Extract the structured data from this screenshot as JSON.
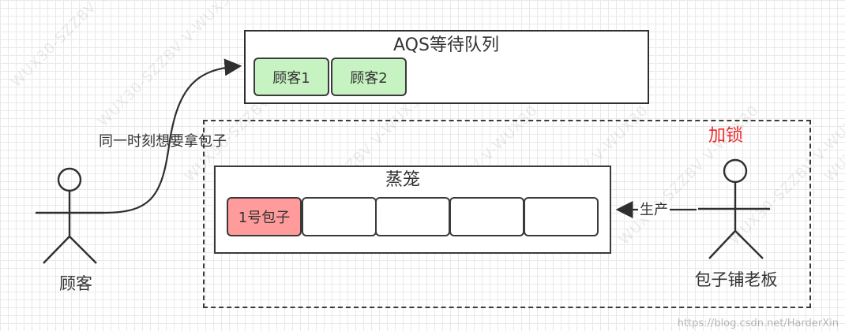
{
  "queue": {
    "title": "AQS等待队列",
    "customers": [
      {
        "label": "顾客1"
      },
      {
        "label": "顾客2"
      }
    ]
  },
  "lock_region": {
    "label": "加锁",
    "label_color": "#ee2a2a"
  },
  "steamer": {
    "title": "蒸笼",
    "slots": [
      {
        "label": "1号包子",
        "fill": "#ff9b9b"
      },
      {
        "label": "",
        "fill": "#ffffff"
      },
      {
        "label": "",
        "fill": "#ffffff"
      },
      {
        "label": "",
        "fill": "#ffffff"
      },
      {
        "label": "",
        "fill": "#ffffff"
      }
    ]
  },
  "actors": {
    "customer": {
      "label": "顾客"
    },
    "boss": {
      "label": "包子铺老板"
    }
  },
  "edges": {
    "customer_to_queue": "同一时刻想要拿包子",
    "boss_to_steamer": "生产"
  },
  "watermark": {
    "repeat_text": "WUX30-SZZBV V-WUX30",
    "credit": "https://blog.csdn.net/HarderXin"
  },
  "colors": {
    "customer_card_fill": "#c7f3c2",
    "outline": "#3a3a3a"
  }
}
